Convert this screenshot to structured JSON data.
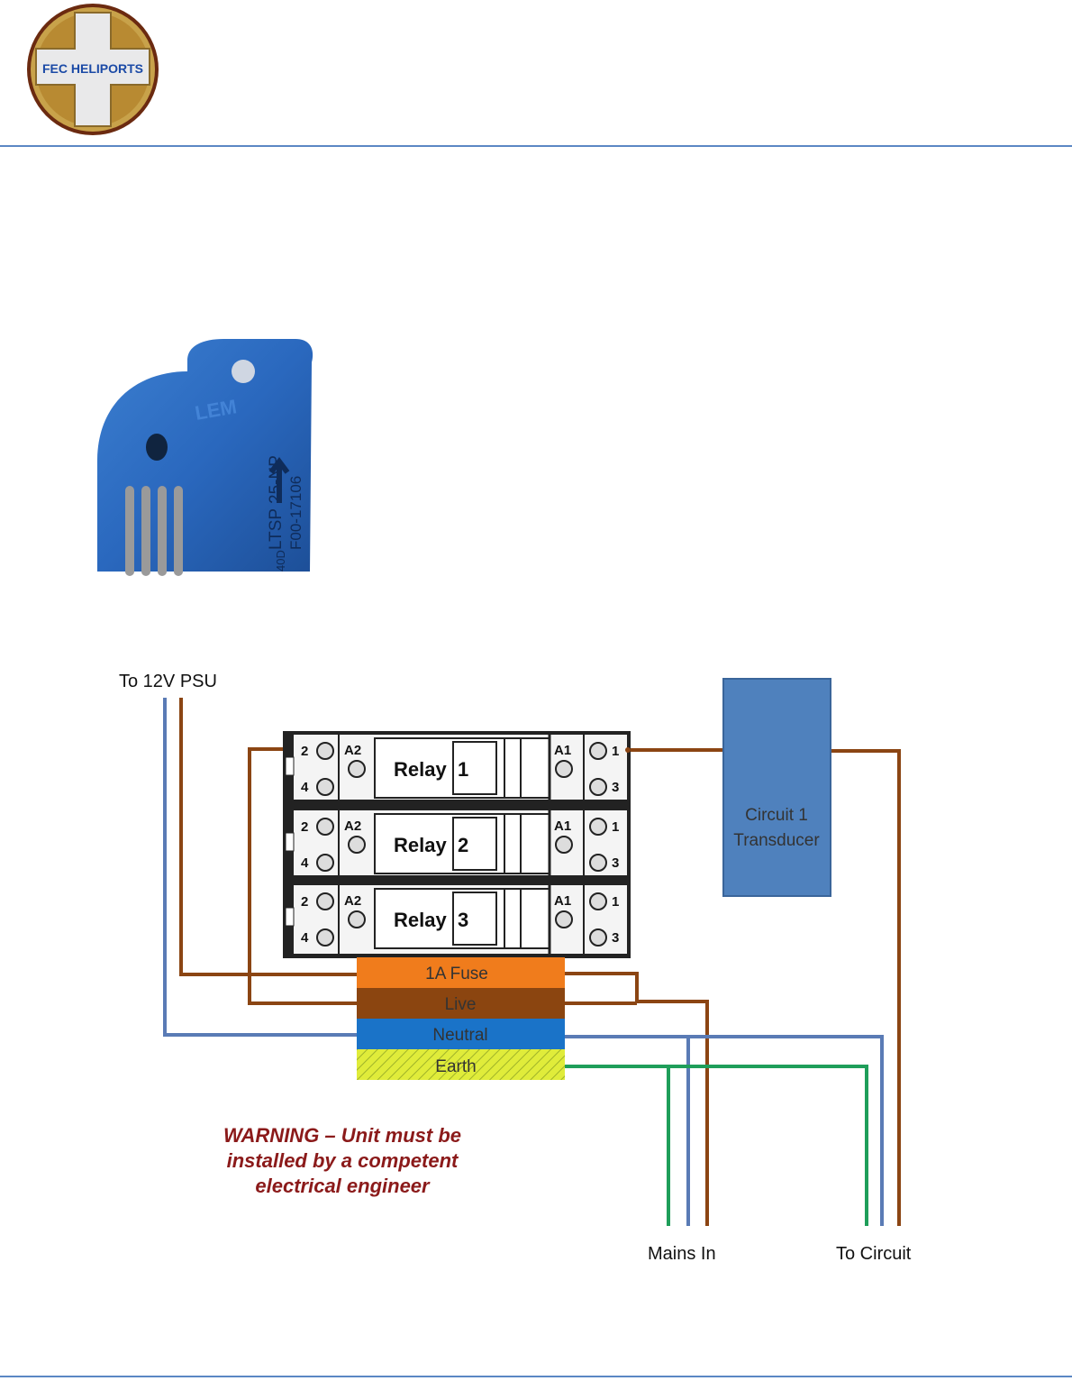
{
  "header": {
    "logo_text": "FEC HELIPORTS"
  },
  "sensor_image": {
    "icon": "current-transducer-photo",
    "markings": [
      "LTSP 25-NP",
      "F00-17106",
      "LEM"
    ],
    "bottom_mark": "40D"
  },
  "diagram": {
    "psu_label": "To 12V PSU",
    "relays": [
      {
        "name": "Relay",
        "number": "1",
        "left_terminals": [
          "2",
          "4"
        ],
        "coil_left": "A2",
        "coil_right": "A1",
        "right_terminals": [
          "1",
          "3"
        ]
      },
      {
        "name": "Relay",
        "number": "2",
        "left_terminals": [
          "2",
          "4"
        ],
        "coil_left": "A2",
        "coil_right": "A1",
        "right_terminals": [
          "1",
          "3"
        ]
      },
      {
        "name": "Relay",
        "number": "3",
        "left_terminals": [
          "2",
          "4"
        ],
        "coil_left": "A2",
        "coil_right": "A1",
        "right_terminals": [
          "1",
          "3"
        ]
      }
    ],
    "transducer": {
      "line1": "Circuit 1",
      "line2": "Transducer"
    },
    "terminal_strip": [
      "1A Fuse",
      "Live",
      "Neutral",
      "Earth"
    ],
    "warning": [
      "WARNING – Unit must be",
      "installed by a competent",
      "electrical engineer"
    ],
    "mains_label": "Mains In",
    "circuit_label": "To Circuit"
  },
  "colors": {
    "rule": "#5b87c4",
    "live_wire": "#8b4513",
    "neutral_wire": "#5a7bb5",
    "earth_wire": "#1f9e5a",
    "fuse": "#f07c1c",
    "live": "#8b4510",
    "neutral": "#1a73c8",
    "earth": "#e0ec3a",
    "transducer": "#4f81bd",
    "warning": "#8b1a1a"
  }
}
